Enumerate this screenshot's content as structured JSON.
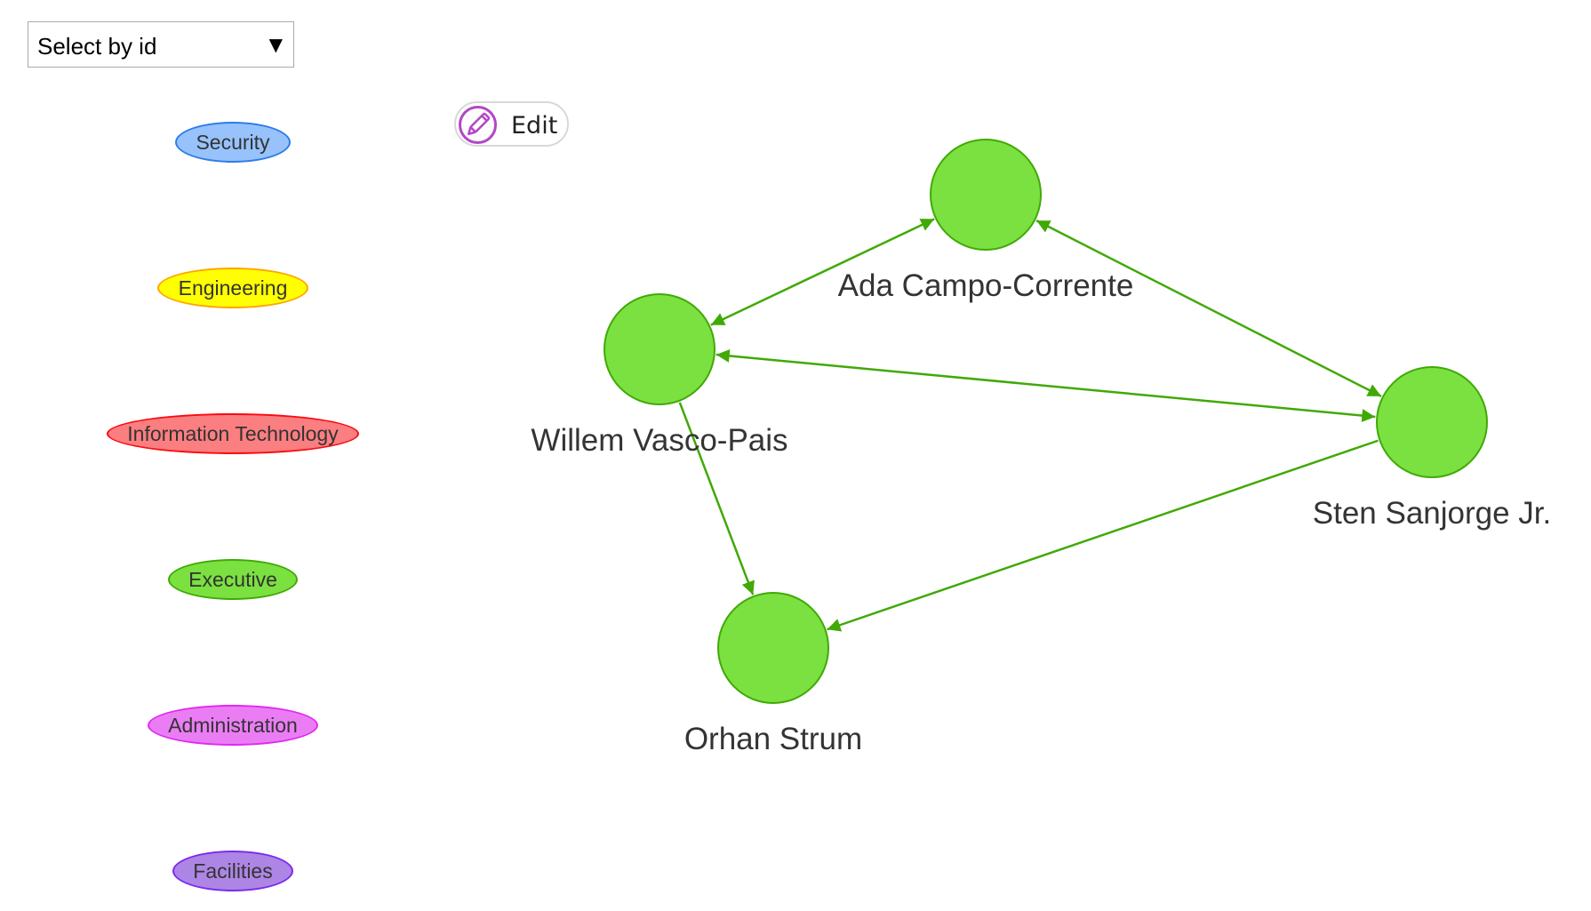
{
  "select": {
    "label": "Select by id",
    "caret": "▼"
  },
  "edit_button": {
    "label": "Edit",
    "icon": "pencil-icon",
    "accent": "#b347c6"
  },
  "legend": [
    {
      "label": "Security",
      "fill": "#97c2fc",
      "border": "#2b7ce9"
    },
    {
      "label": "Engineering",
      "fill": "#ffff00",
      "border": "#ffa500"
    },
    {
      "label": "Information Technology",
      "fill": "#fb7e81",
      "border": "#fa0a10"
    },
    {
      "label": "Executive",
      "fill": "#7be141",
      "border": "#41a906"
    },
    {
      "label": "Administration",
      "fill": "#eb7df4",
      "border": "#e129f0"
    },
    {
      "label": "Facilities",
      "fill": "#ad85e4",
      "border": "#7c29f0"
    }
  ],
  "graph": {
    "node_fill": "#7be141",
    "node_border": "#41a906",
    "edge_color": "#41a906",
    "nodes": [
      {
        "id": "ada",
        "label": "Ada Campo-Corrente"
      },
      {
        "id": "willem",
        "label": "Willem Vasco-Pais"
      },
      {
        "id": "sten",
        "label": "Sten Sanjorge Jr."
      },
      {
        "id": "orhan",
        "label": "Orhan Strum"
      }
    ],
    "edges": [
      {
        "from": "willem",
        "to": "ada",
        "arrows": "both"
      },
      {
        "from": "ada",
        "to": "sten",
        "arrows": "both"
      },
      {
        "from": "willem",
        "to": "sten",
        "arrows": "both"
      },
      {
        "from": "willem",
        "to": "orhan",
        "arrows": "to"
      },
      {
        "from": "sten",
        "to": "orhan",
        "arrows": "to"
      }
    ]
  }
}
